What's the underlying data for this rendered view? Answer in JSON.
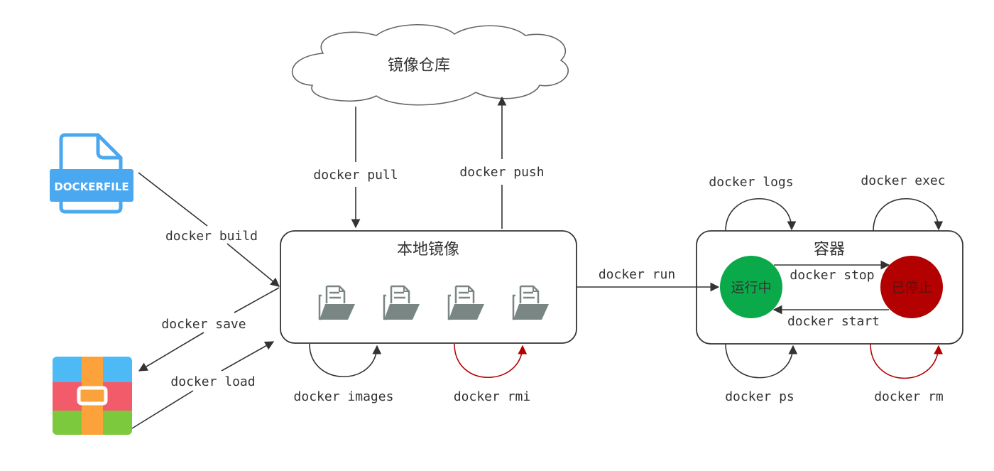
{
  "registry": {
    "label": "镜像仓库"
  },
  "local_images": {
    "label": "本地镜像",
    "image_count": 4
  },
  "container": {
    "label": "容器",
    "running": {
      "label": "运行中",
      "color": "#0aaa4a"
    },
    "stopped": {
      "label": "已停止",
      "color": "#b30000"
    }
  },
  "dockerfile": {
    "label": "DOCKERFILE",
    "color": "#4aa8f0"
  },
  "archive": {
    "colors": {
      "top": "#4dbaf5",
      "middle": "#f25c6a",
      "bottom": "#7cc93e",
      "strap": "#fba23a"
    }
  },
  "commands": {
    "build": "docker build",
    "save": "docker save",
    "load": "docker load",
    "pull": "docker pull",
    "push": "docker push",
    "images": "docker images",
    "rmi": "docker rmi",
    "run": "docker run",
    "logs": "docker logs",
    "exec": "docker exec",
    "stop": "docker stop",
    "start": "docker start",
    "ps": "docker ps",
    "rm": "docker rm"
  },
  "colors": {
    "line": "#333333",
    "destructive": "#b30000",
    "file_icon": "#7a8683"
  }
}
